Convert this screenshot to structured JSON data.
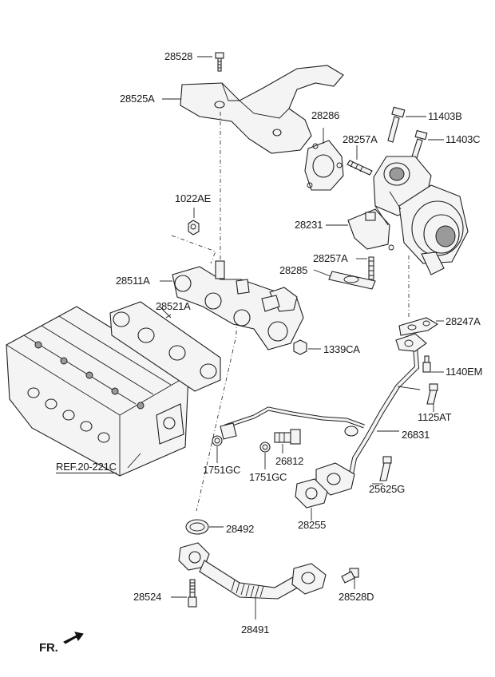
{
  "labels": {
    "p28528": "28528",
    "p28525A": "28525A",
    "p28286": "28286",
    "p11403B": "11403B",
    "p11403C": "11403C",
    "p28257A_top": "28257A",
    "p1022AE": "1022AE",
    "p28231": "28231",
    "p28257A_bottom": "28257A",
    "p28285": "28285",
    "p28511A": "28511A",
    "p28521A": "28521A",
    "p28247A": "28247A",
    "p1339CA": "1339CA",
    "p1140EM": "1140EM",
    "p1125AT": "1125AT",
    "p26831": "26831",
    "p1751GC_left": "1751GC",
    "p26812": "26812",
    "p1751GC_right": "1751GC",
    "p25625G": "25625G",
    "p28255": "28255",
    "ref_cylinder_head": "REF.20-221C",
    "p28492": "28492",
    "p28524": "28524",
    "p28528D": "28528D",
    "p28491": "28491",
    "front_marker": "FR."
  },
  "icons": [
    "front-direction-arrow-icon"
  ]
}
